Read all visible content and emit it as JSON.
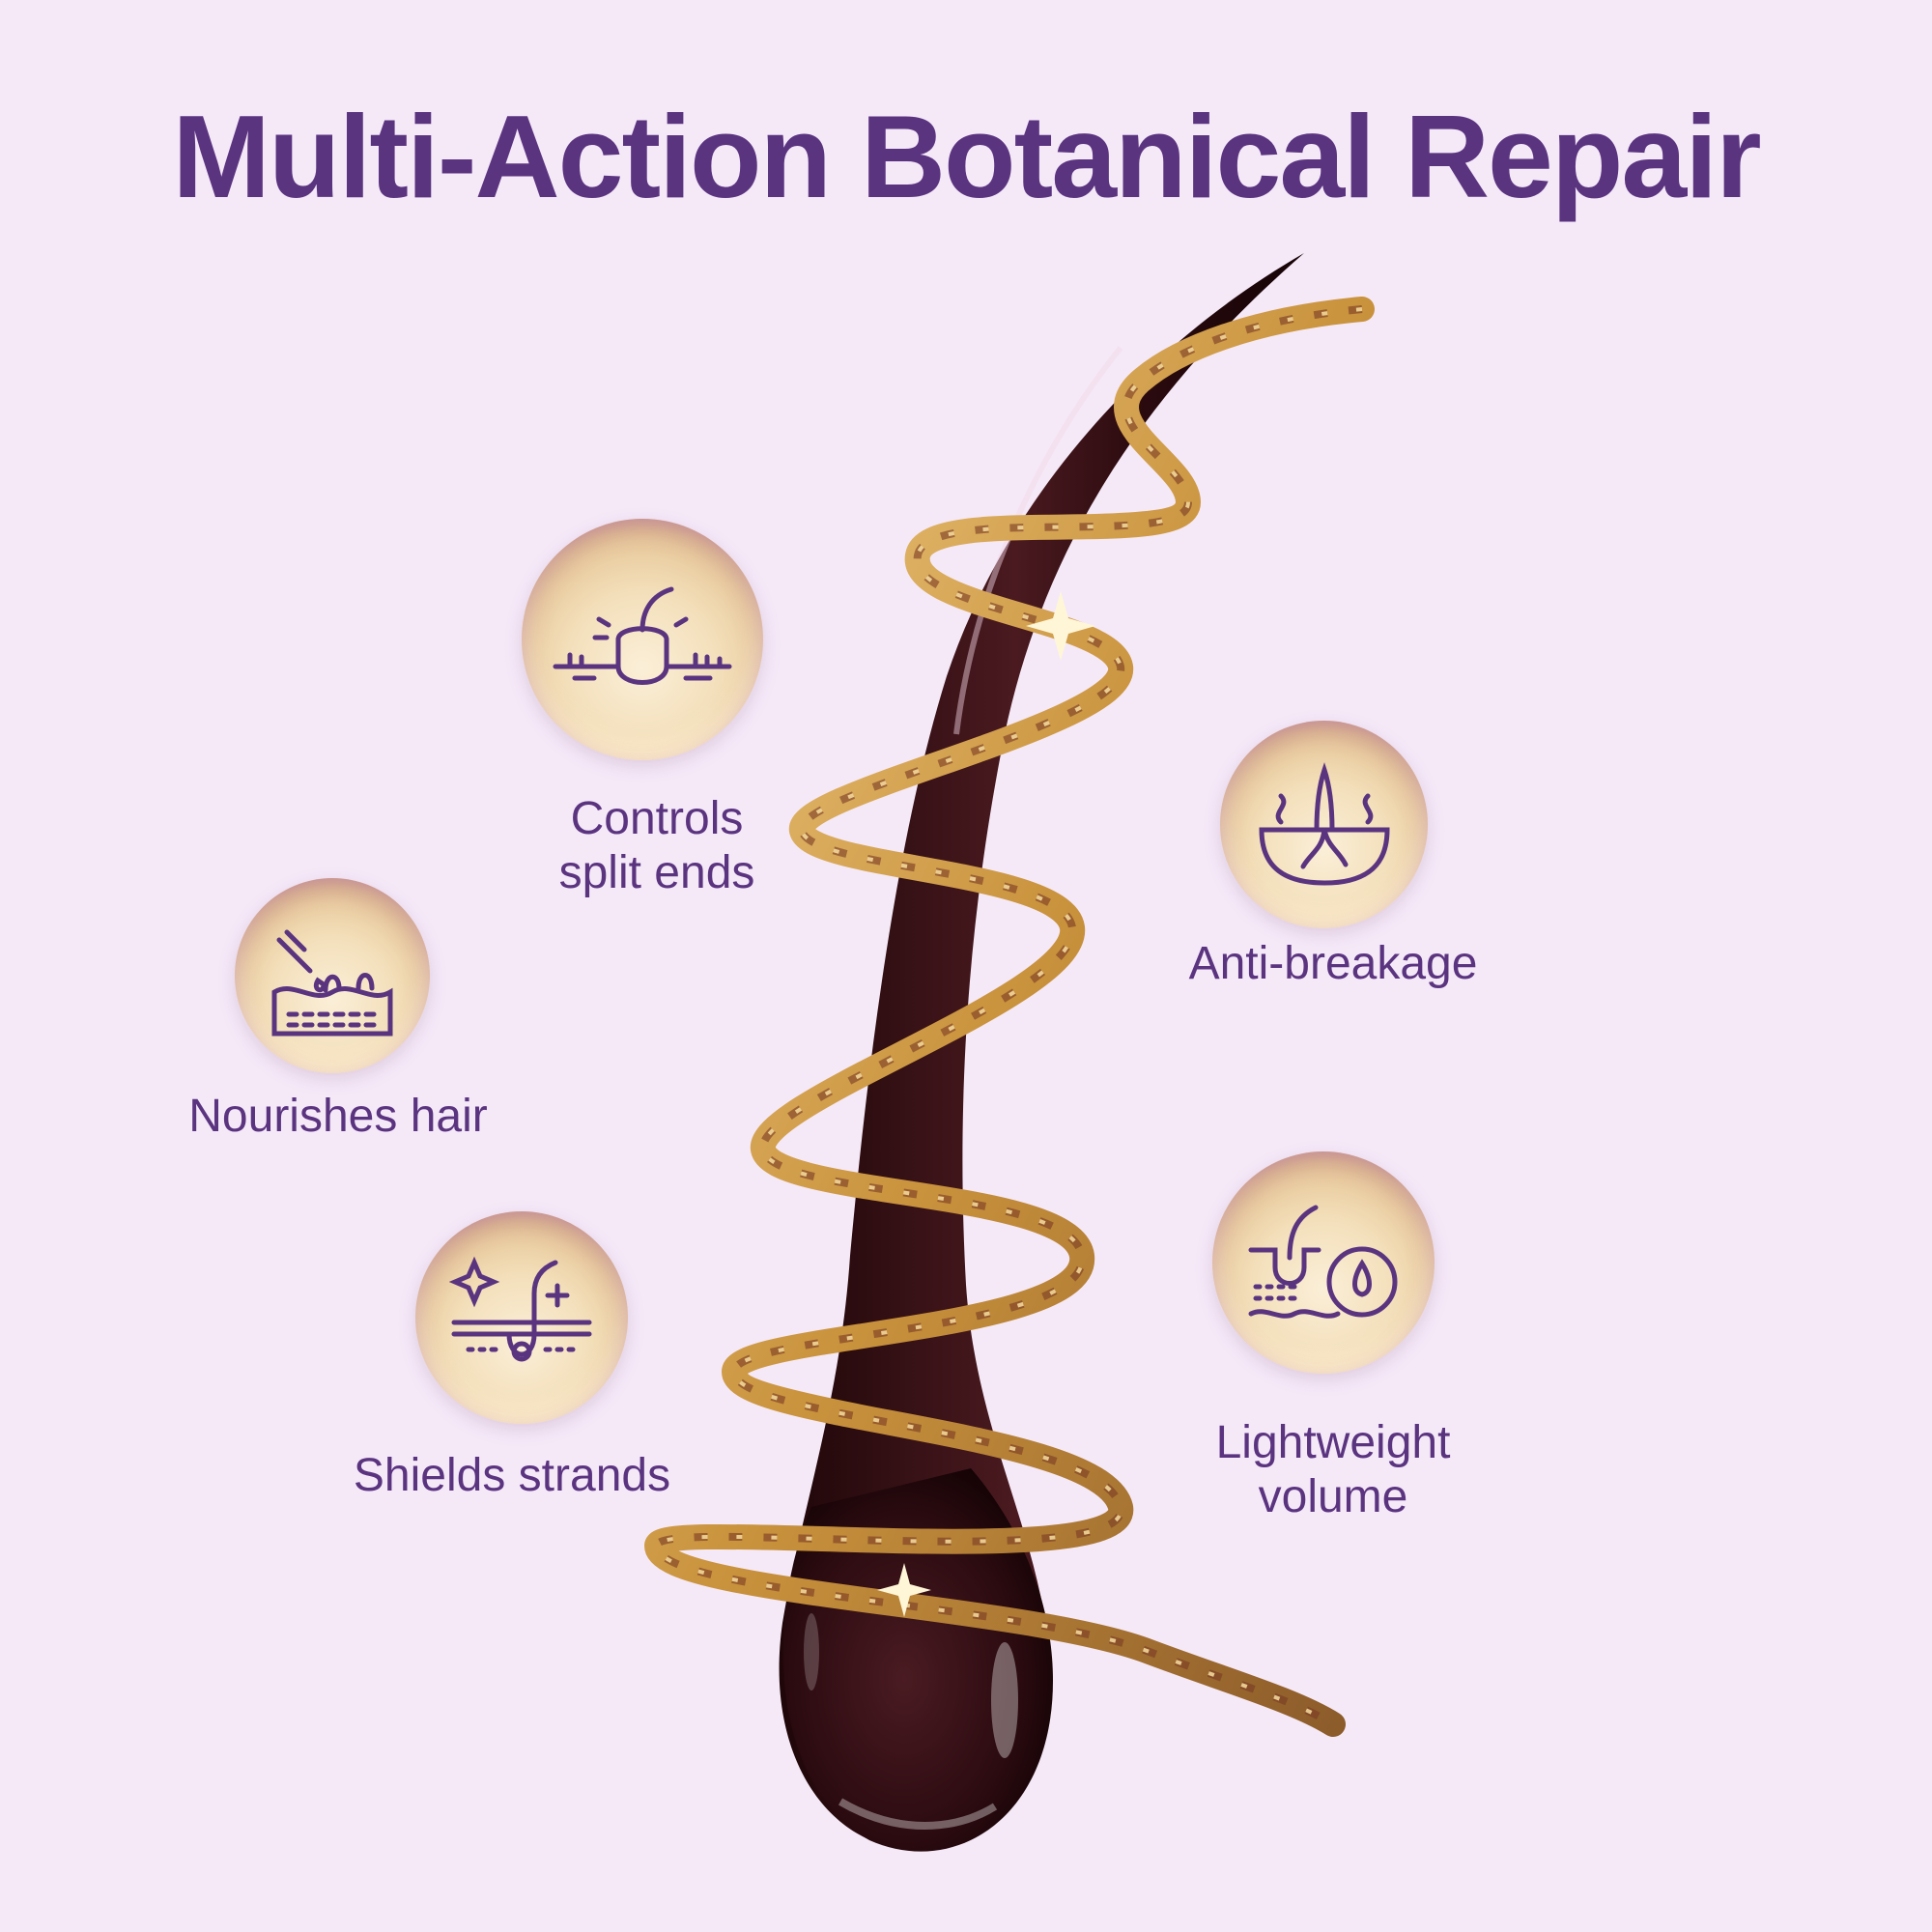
{
  "title": "Multi-Action Botanical Repair",
  "benefits": [
    {
      "label_lines": [
        "Controls",
        "split ends"
      ],
      "icon": "hair-follicle-split-icon"
    },
    {
      "label_lines": [
        "Anti-breakage"
      ],
      "icon": "root-strength-icon"
    },
    {
      "label_lines": [
        "Nourishes hair"
      ],
      "icon": "oil-dropper-scalp-icon"
    },
    {
      "label_lines": [
        "Shields strands"
      ],
      "icon": "hair-shield-sparkle-icon"
    },
    {
      "label_lines": [
        "Lightweight",
        "volume"
      ],
      "icon": "hair-moisture-drop-icon"
    }
  ],
  "colors": {
    "background": "#f5e9f8",
    "text": "#5b3480",
    "hair": "#3b1418",
    "gold": "#d7a84a"
  }
}
